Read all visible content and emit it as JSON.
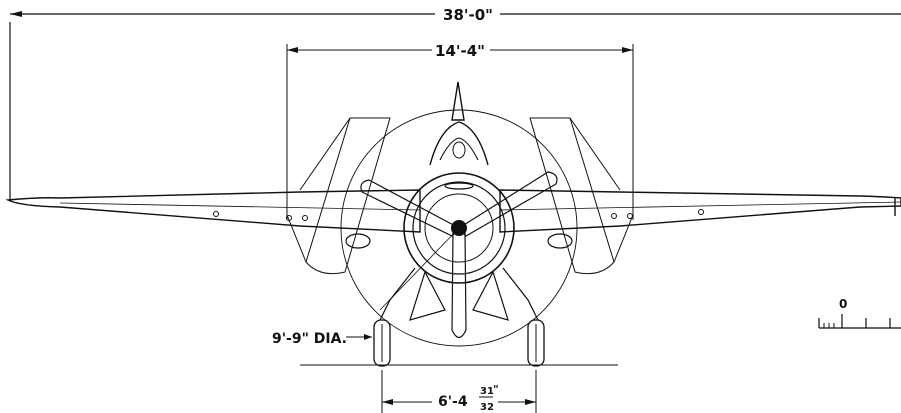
{
  "dimensions": {
    "overall_span": "38'-0\"",
    "wing_fold_span": "14'-4\"",
    "propeller_diameter": "9'-9\" DIA.",
    "track_whole": "6'-4",
    "track_fraction_num": "31",
    "track_fraction_den": "32",
    "track_inch_mark": "\""
  },
  "scale_bar": {
    "zero_label": "0"
  },
  "colors": {
    "ink": "#111111",
    "paper": "#ffffff"
  }
}
